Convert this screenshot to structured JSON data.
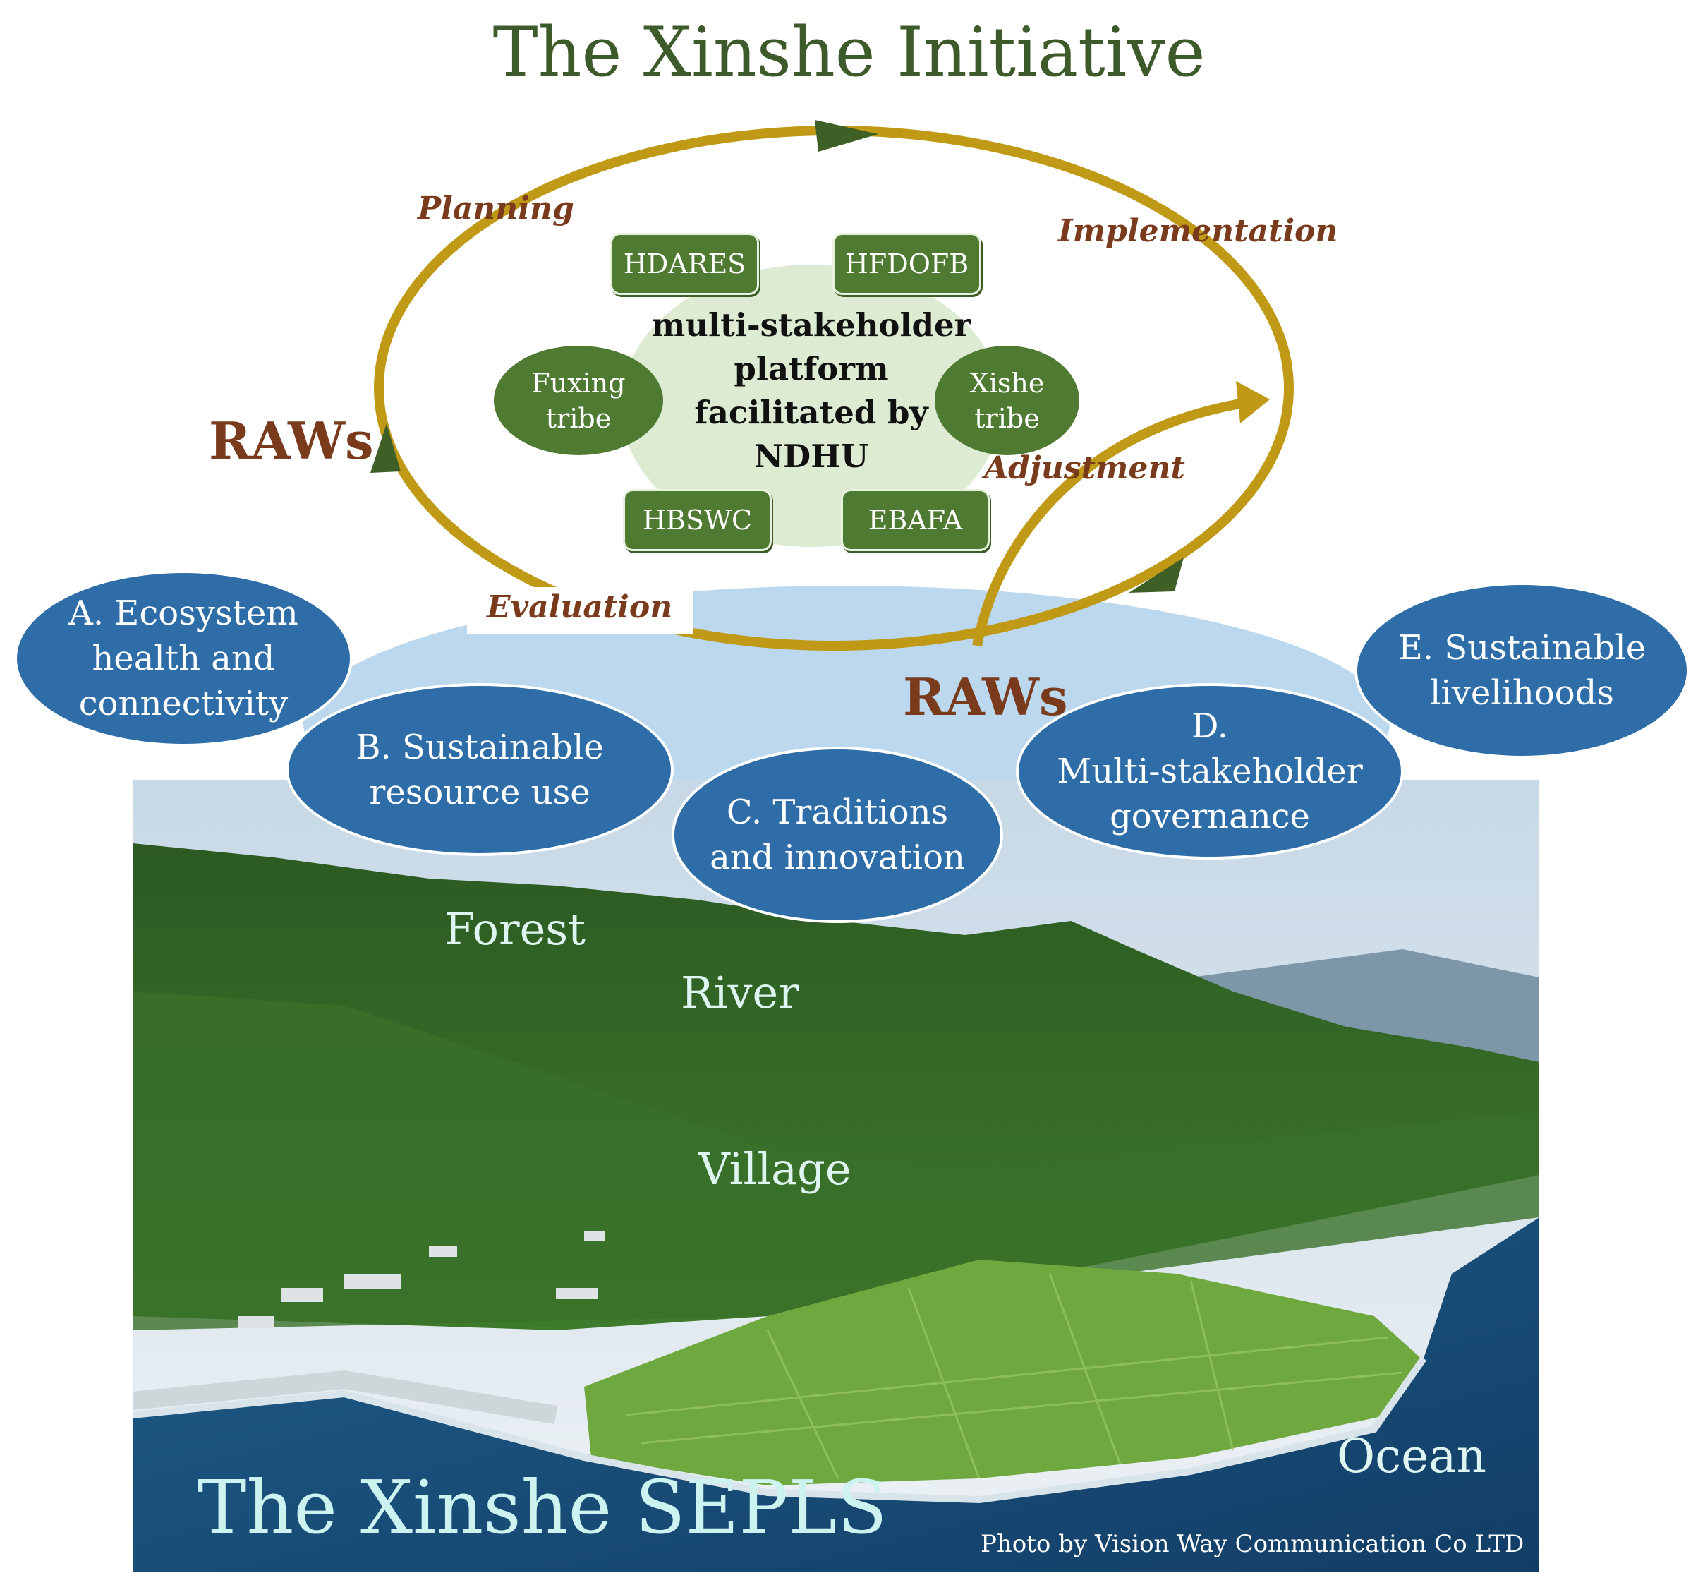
{
  "title": "The Xinshe Initiative",
  "cycle": {
    "phases": {
      "planning": "Planning",
      "implementation": "Implementation",
      "adjustment": "Adjustment",
      "evaluation": "Evaluation"
    },
    "raws_left": "RAWs",
    "raws_bottom": "RAWs"
  },
  "platform": {
    "line1": "multi-stakeholder",
    "line2": "platform",
    "line3": "facilitated by",
    "line4": "NDHU",
    "stakeholders": {
      "hdares": "HDARES",
      "hfdofb": "HFDOFB",
      "hbswc": "HBSWC",
      "ebafa": "EBAFA",
      "fuxing_1": "Fuxing",
      "fuxing_2": "tribe",
      "xishe_1": "Xishe",
      "xishe_2": "tribe"
    }
  },
  "outcomes": {
    "a": [
      "A. Ecosystem",
      "health and",
      "connectivity"
    ],
    "b": [
      "B. Sustainable",
      "resource use"
    ],
    "c": [
      "C. Traditions",
      "and innovation"
    ],
    "d": [
      "D.",
      "Multi-stakeholder",
      "governance"
    ],
    "e": [
      "E. Sustainable",
      "livelihoods"
    ]
  },
  "photo": {
    "forest": "Forest",
    "river": "River",
    "village": "Village",
    "ocean": "Ocean",
    "seplS": "The Xinshe SEPLS",
    "credit": "Photo by Vision Way Communication Co LTD"
  },
  "colors": {
    "cycle_gold": "#c09a16",
    "arrow_green": "#3e5f26",
    "stakeholder_green": "#4f7a32",
    "outcome_blue": "#2e6da8",
    "phase_brown": "#7a3a1c"
  }
}
